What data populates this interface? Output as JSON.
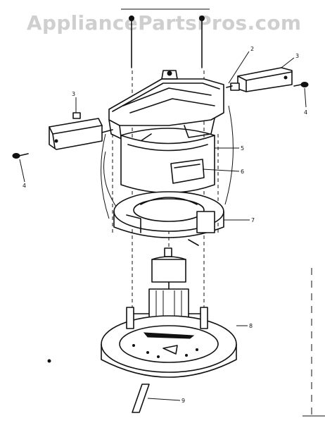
{
  "watermark": "AppliancePartsPros.com",
  "callouts": [
    {
      "id": "c2",
      "label": "2"
    },
    {
      "id": "c3a",
      "label": "3"
    },
    {
      "id": "c3b",
      "label": "3"
    },
    {
      "id": "c4a",
      "label": "4"
    },
    {
      "id": "c4b",
      "label": "4"
    },
    {
      "id": "c5",
      "label": "5"
    },
    {
      "id": "c6",
      "label": "6"
    },
    {
      "id": "c7",
      "label": "7"
    },
    {
      "id": "c8",
      "label": "8"
    },
    {
      "id": "c9",
      "label": "9"
    }
  ]
}
